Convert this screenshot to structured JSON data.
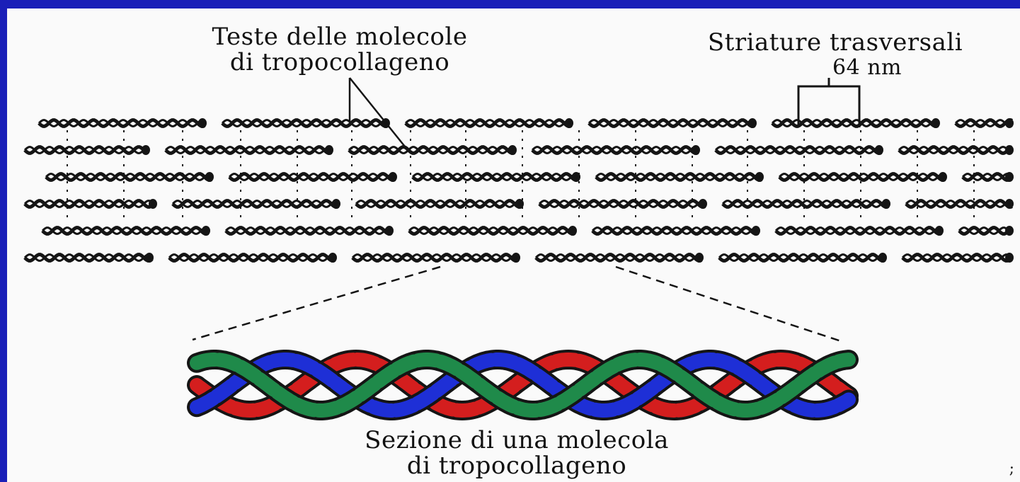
{
  "labels": {
    "heads_line1": "Teste delle molecole",
    "heads_line2": "di tropocollageno",
    "striations_line1": "Striature trasversali",
    "striations_line2": "64 nm",
    "section_line1": "Sezione di una molecola",
    "section_line2": "di tropocollageno"
  },
  "colors": {
    "background": "#1a1fb8",
    "paper": "#fafafa",
    "ink": "#151515",
    "strand_red": "#d41e1e",
    "strand_blue": "#1e2fd6",
    "strand_green": "#1f8a4a"
  },
  "fiber": {
    "rows": 6,
    "segments_per_row": 5
  },
  "helix": {
    "strands": [
      "red",
      "blue",
      "green"
    ]
  }
}
